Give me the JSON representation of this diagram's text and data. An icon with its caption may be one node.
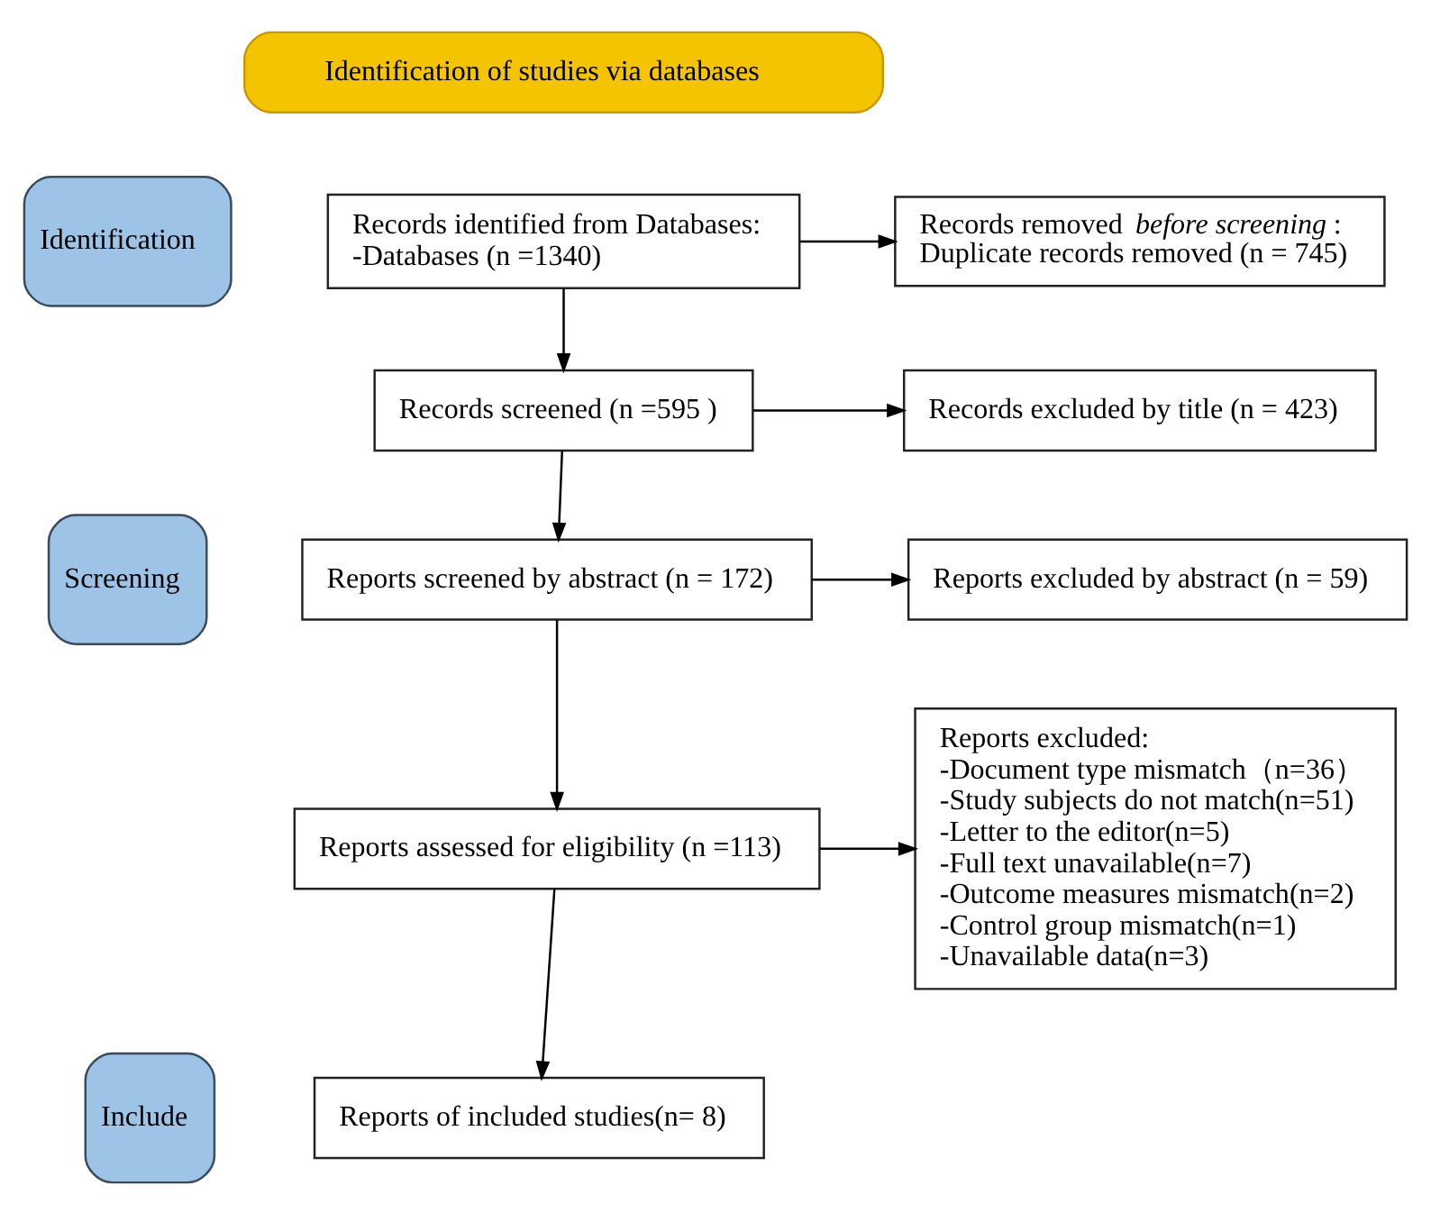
{
  "diagram": {
    "nodes": [
      {
        "text": [
          "Identification of studies via databases"
        ]
      },
      {
        "text": [
          "Identification"
        ]
      },
      {
        "text": [
          "Screening"
        ]
      },
      {
        "text": [
          "Include"
        ]
      },
      {
        "text": [
          "Records identified from Databases:",
          "-Databases (n =1340)"
        ]
      },
      {
        "text": [
          "Records removed *before screening*:",
          "Duplicate records removed (n = 745)"
        ]
      },
      {
        "text": [
          "Records screened (n =595 )"
        ]
      },
      {
        "text": [
          "Records excluded by title (n = 423)"
        ]
      },
      {
        "text": [
          "Reports screened by abstract (n = 172)"
        ]
      },
      {
        "text": [
          "Reports excluded by abstract (n = 59)"
        ]
      },
      {
        "text": [
          "Reports assessed for eligibility (n =113)"
        ]
      },
      {
        "text": [
          "Reports excluded:",
          "-Document type mismatch（n=36）",
          "-Study subjects do not match(n=51)",
          "-Letter to the editor(n=5)",
          "-Full text unavailable(n=7)",
          "-Outcome measures mismatch(n=2)",
          "-Control group mismatch(n=1)",
          "-Unavailable data(n=3)"
        ]
      },
      {
        "text": [
          "Reports of included studies(n= 8)"
        ]
      }
    ],
    "edges": [
      {
        "from": 4,
        "to": 5,
        "arrow": "to"
      },
      {
        "from": 4,
        "to": 6,
        "arrow": "to"
      },
      {
        "from": 6,
        "to": 7,
        "arrow": "to"
      },
      {
        "from": 6,
        "to": 8,
        "arrow": "to"
      },
      {
        "from": 8,
        "to": 9,
        "arrow": "to"
      },
      {
        "from": 8,
        "to": 10,
        "arrow": "to"
      },
      {
        "from": 10,
        "to": 11,
        "arrow": "to"
      },
      {
        "from": 10,
        "to": 12,
        "arrow": "to"
      }
    ]
  }
}
